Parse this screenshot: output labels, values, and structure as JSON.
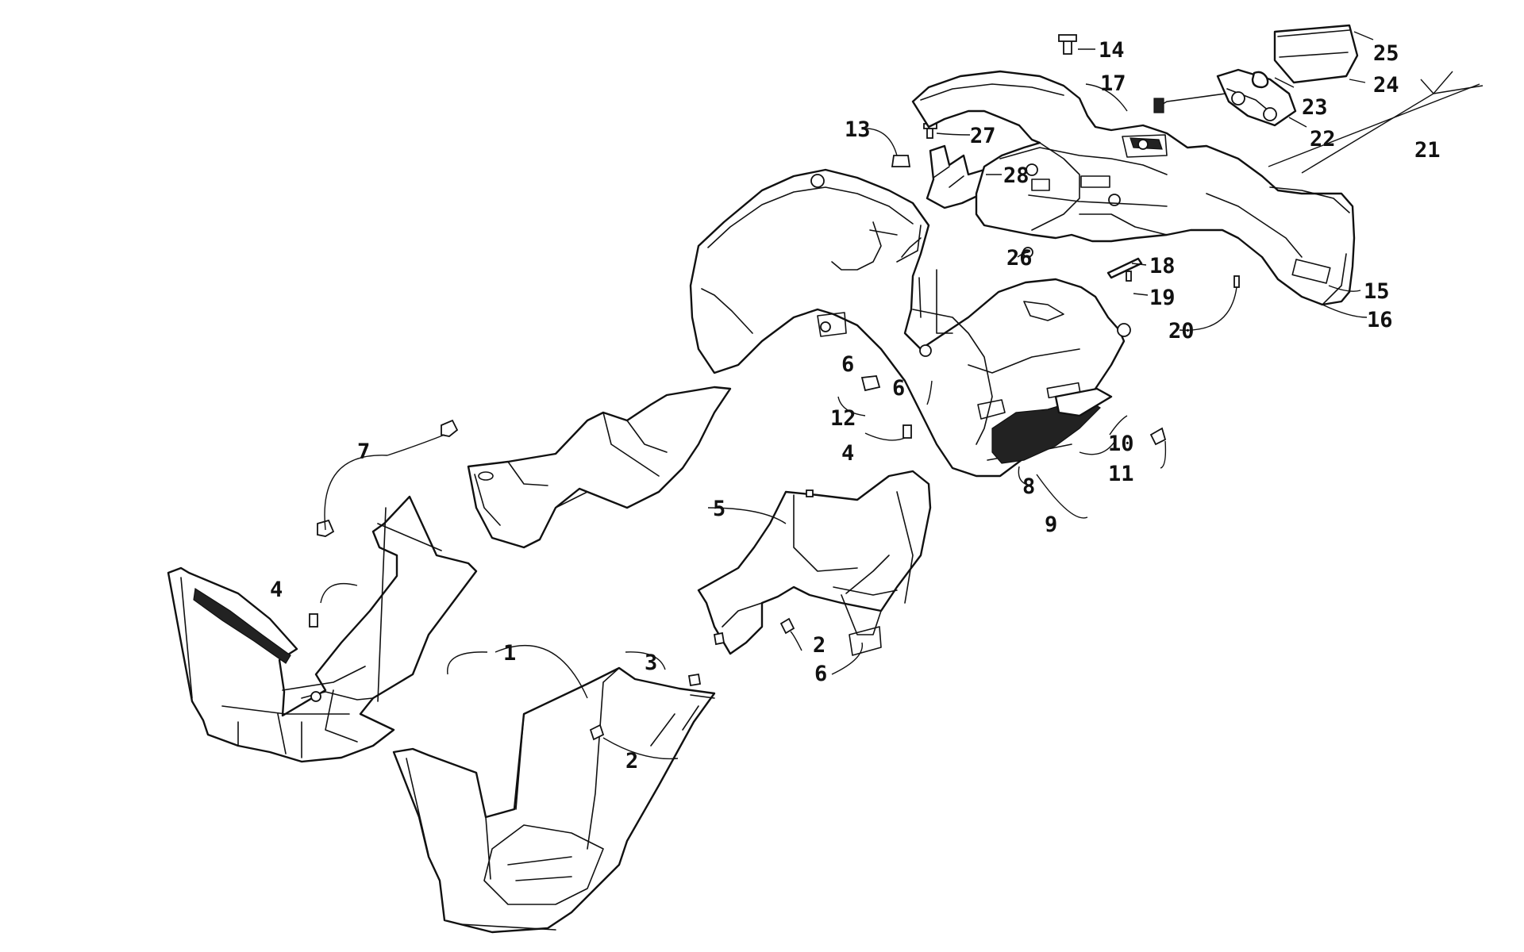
{
  "callouts": [
    {
      "id": "c1",
      "label": "1"
    },
    {
      "id": "c2a",
      "label": "2"
    },
    {
      "id": "c2b",
      "label": "2"
    },
    {
      "id": "c3",
      "label": "3"
    },
    {
      "id": "c4a",
      "label": "4"
    },
    {
      "id": "c4b",
      "label": "4"
    },
    {
      "id": "c5",
      "label": "5"
    },
    {
      "id": "c6a",
      "label": "6"
    },
    {
      "id": "c6b",
      "label": "6"
    },
    {
      "id": "c6c",
      "label": "6"
    },
    {
      "id": "c7",
      "label": "7"
    },
    {
      "id": "c8",
      "label": "8"
    },
    {
      "id": "c9",
      "label": "9"
    },
    {
      "id": "c10",
      "label": "10"
    },
    {
      "id": "c11",
      "label": "11"
    },
    {
      "id": "c12",
      "label": "12"
    },
    {
      "id": "c13",
      "label": "13"
    },
    {
      "id": "c14",
      "label": "14"
    },
    {
      "id": "c15",
      "label": "15"
    },
    {
      "id": "c16",
      "label": "16"
    },
    {
      "id": "c17",
      "label": "17"
    },
    {
      "id": "c18",
      "label": "18"
    },
    {
      "id": "c19",
      "label": "19"
    },
    {
      "id": "c20",
      "label": "20"
    },
    {
      "id": "c21",
      "label": "21"
    },
    {
      "id": "c22",
      "label": "22"
    },
    {
      "id": "c23",
      "label": "23"
    },
    {
      "id": "c24",
      "label": "24"
    },
    {
      "id": "c25",
      "label": "25"
    },
    {
      "id": "c26",
      "label": "26"
    },
    {
      "id": "c27",
      "label": "27"
    },
    {
      "id": "c28",
      "label": "28"
    }
  ],
  "colors": {
    "line": "#111111",
    "background": "#ffffff"
  }
}
